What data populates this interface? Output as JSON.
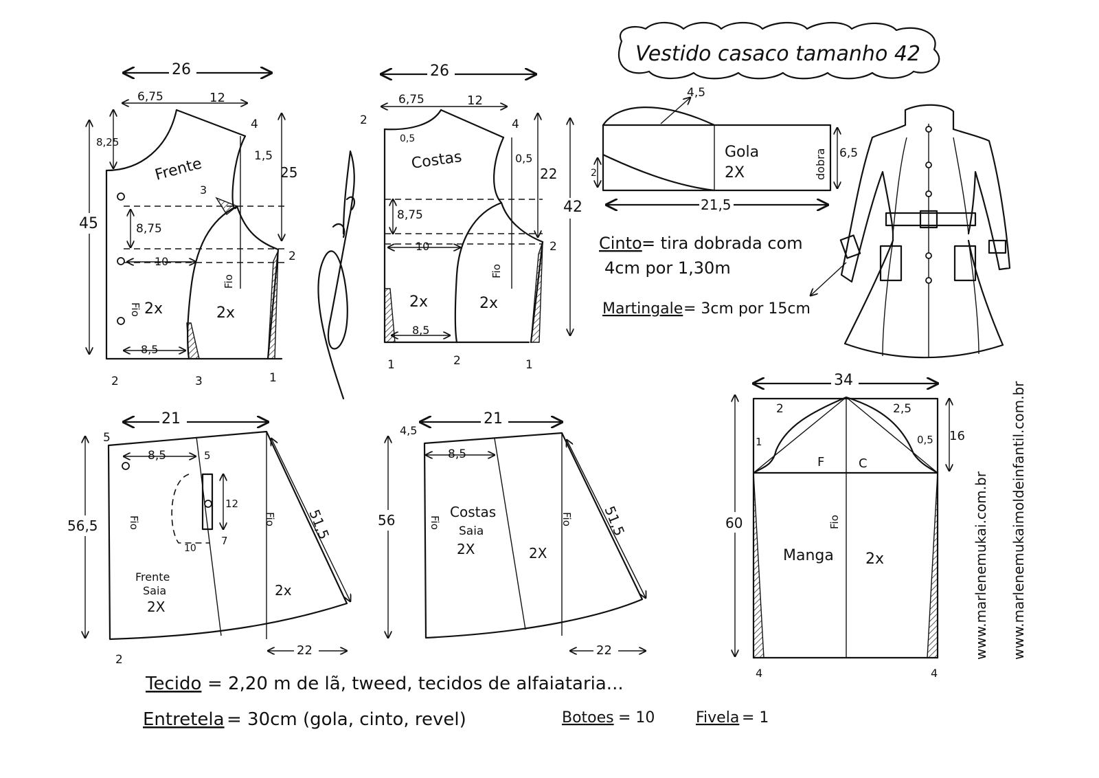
{
  "title": "Vestido casaco tamanho 42",
  "signature": "Marlene Mukai",
  "website_1": "www.marlenemukai.com.br",
  "website_2": "www.marlenemukaimoldeinfantil.com.br",
  "pieces": {
    "frente": {
      "label": "Frente",
      "width": "26",
      "neck": "6,75",
      "shoulder": "12",
      "drop": "4",
      "neck_depth": "8,25",
      "armhole": "1,5",
      "height_left": "45",
      "height_right": "25",
      "bust": "8,75",
      "side": "3",
      "waist": "10",
      "hem": "8,5",
      "grain": "Fio",
      "count_left": "2x",
      "count_right": "2x",
      "mark_a": "2",
      "mark_b": "3",
      "mark_c": "1",
      "mark_d": "2"
    },
    "costas": {
      "label": "Costas",
      "width": "26",
      "neck": "6,75",
      "shoulder": "12",
      "drop": "4",
      "neck_depth": "0,5",
      "top": "2",
      "armhole": "0,5",
      "height_right": "22",
      "height_total": "42",
      "bust": "8,75",
      "waist": "10",
      "hem": "8,5",
      "grain": "Fio",
      "count_left": "2x",
      "count_right": "2x",
      "mark_a": "1",
      "mark_b": "2",
      "mark_c": "1",
      "mark_d": "2"
    },
    "gola": {
      "label": "Gola",
      "count": "2X",
      "curve": "4,5",
      "height": "6,5",
      "left": "2",
      "width": "21,5",
      "fold": "dobra"
    },
    "frente_saia": {
      "label_1": "Frente",
      "label_2": "Saia",
      "count": "2X",
      "count_right": "2x",
      "width": "21",
      "top": "5",
      "offset": "8,5",
      "pocket_top": "5",
      "pocket": "12",
      "pocket_bottom": "7",
      "pocket_w": "10",
      "height": "56,5",
      "diag": "51,5",
      "hem": "22",
      "grain_left": "Fio",
      "grain_right": "Fio",
      "mark": "2"
    },
    "costas_saia": {
      "label_1": "Costas",
      "label_2": "Saia",
      "count": "2X",
      "count_right": "2X",
      "width": "21",
      "top": "4,5",
      "offset": "8,5",
      "height": "56",
      "diag": "51,5",
      "hem": "22",
      "grain_left": "Fio",
      "grain_right": "Fio"
    },
    "manga": {
      "label": "Manga",
      "count": "2x",
      "width": "34",
      "left_cap": "2",
      "right_cap": "2,5",
      "left_low": "1",
      "right_low": "0,5",
      "cap_height": "16",
      "height": "60",
      "front": "F",
      "back": "C",
      "grain": "Fio",
      "mark_l": "4",
      "mark_r": "4"
    }
  },
  "notes": {
    "cinto_label": "Cinto",
    "cinto_text_1": "= tira dobrada com",
    "cinto_text_2": "4cm por 1,30m",
    "martingale_label": "Martingale",
    "martingale_text": "= 3cm por 15cm",
    "tecido_label": "Tecido",
    "tecido_text": "= 2,20 m de lã, tweed, tecidos de alfaiataria...",
    "entretela_label": "Entretela",
    "entretela_text": "= 30cm (gola, cinto, revel)",
    "botoes_label": "Botoes",
    "botoes_text": "= 10",
    "fivela_label": "Fivela",
    "fivela_text": "= 1"
  }
}
